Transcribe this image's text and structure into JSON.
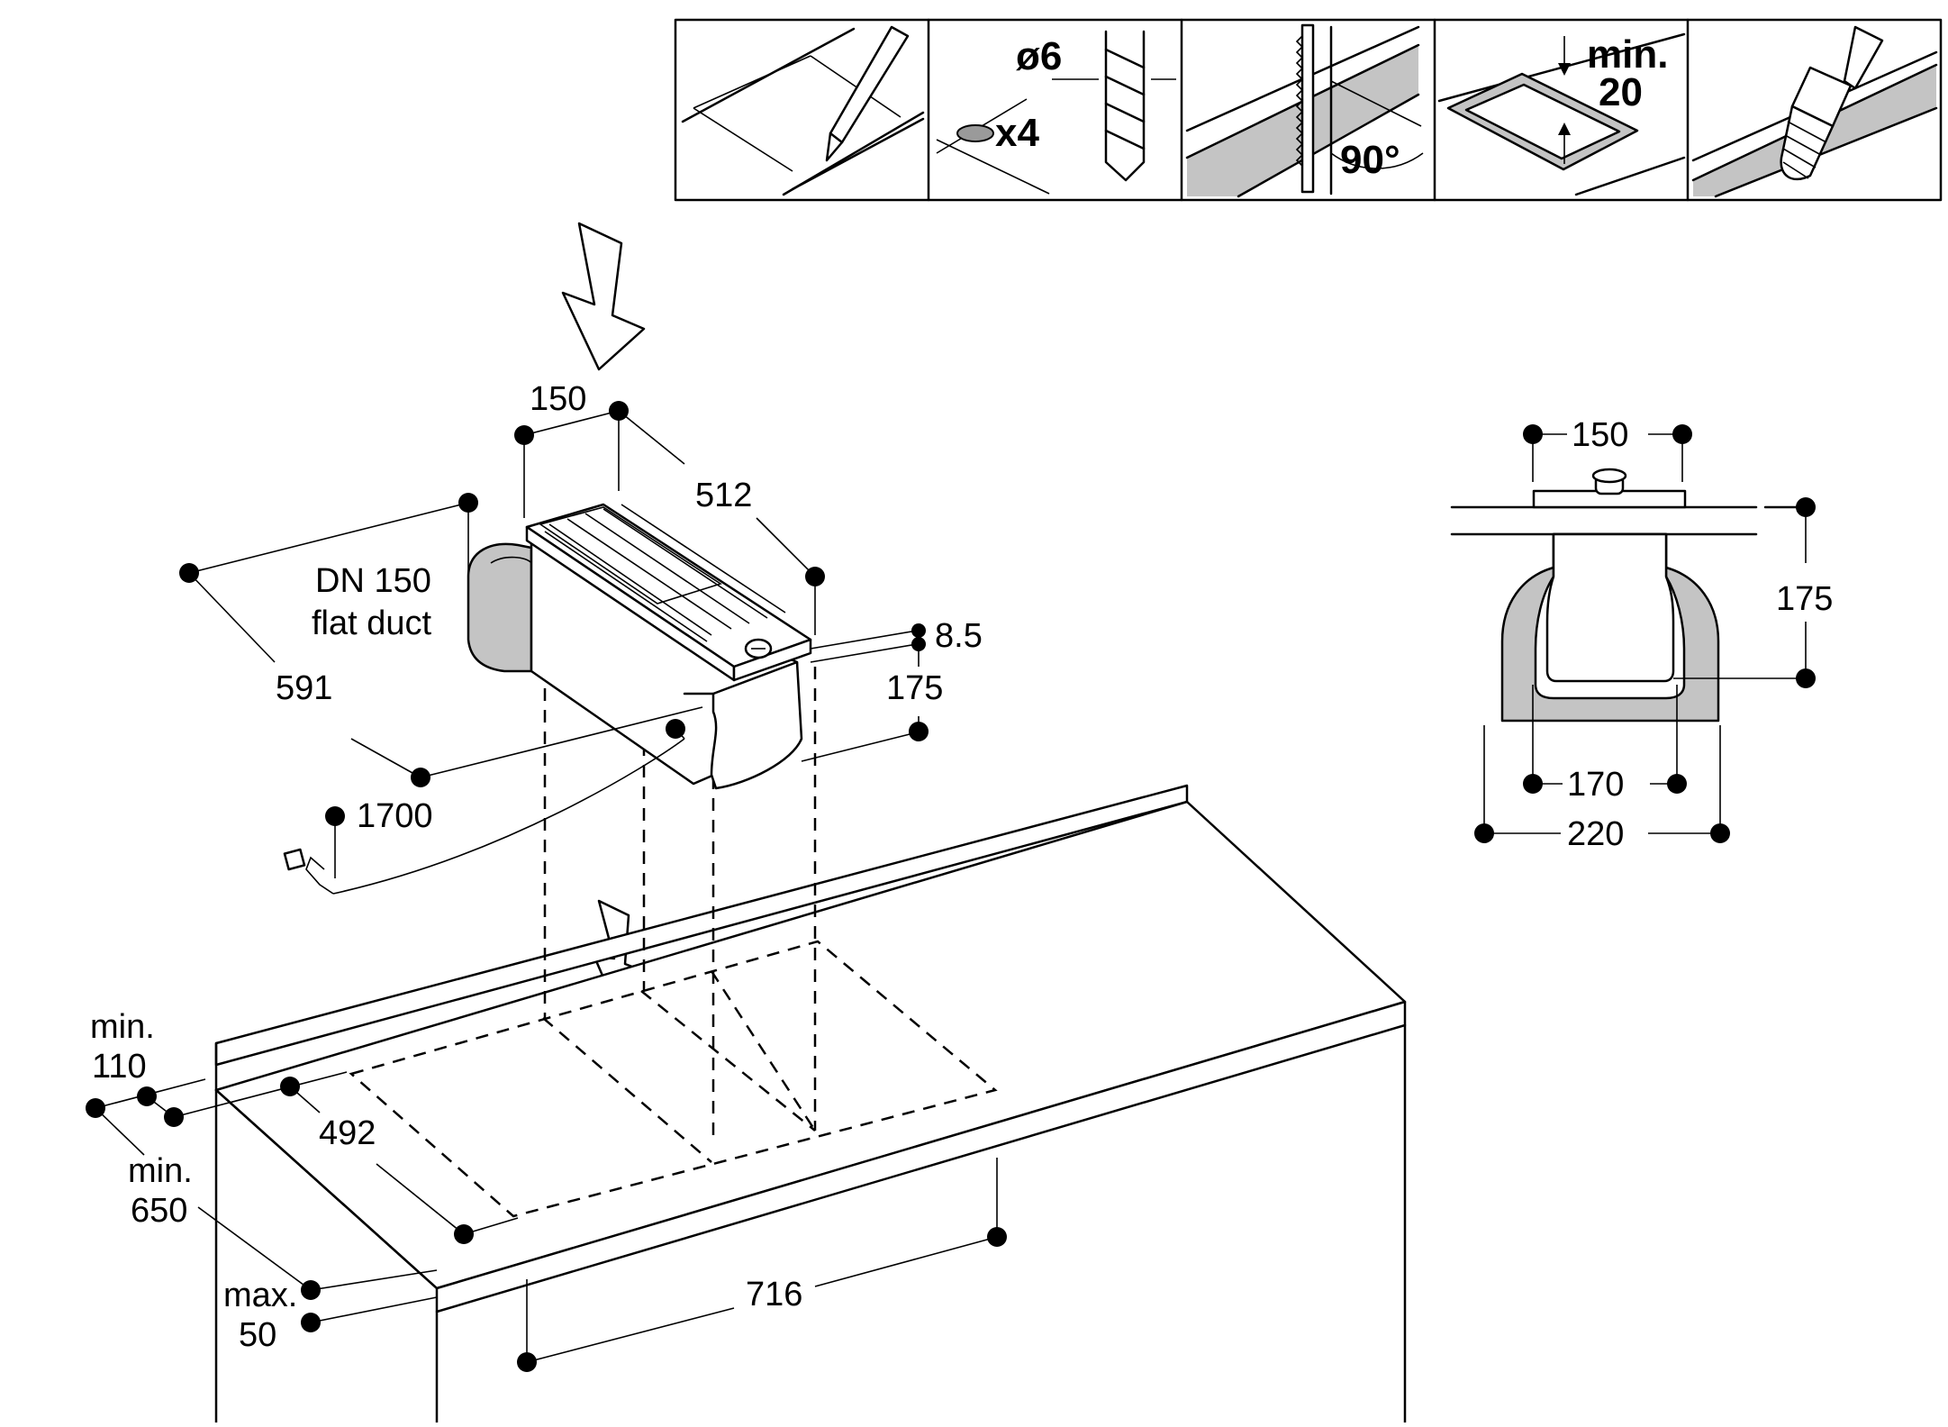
{
  "steps": [
    {
      "id": "mark",
      "icon": "pencil-marking-icon"
    },
    {
      "id": "drill",
      "icon": "drill-bit-icon",
      "diameter_label": "ø6",
      "count_label": "x4"
    },
    {
      "id": "saw",
      "icon": "jigsaw-cut-icon",
      "angle_label": "90°"
    },
    {
      "id": "clearance",
      "icon": "cutout-clearance-icon",
      "min_label": "min.",
      "min_value": "20"
    },
    {
      "id": "seal",
      "icon": "brush-sealing-icon"
    }
  ],
  "unit": {
    "width": "150",
    "depth": "512",
    "duct_length": "591",
    "duct_label_line1": "DN 150",
    "duct_label_line2": "flat duct",
    "offset": "8.5",
    "height": "175",
    "cable_length": "1700"
  },
  "worktop": {
    "min_label_1": "min.",
    "min_value_1": "110",
    "cutout_depth": "492",
    "min_label_2": "min.",
    "min_value_2": "650",
    "max_label": "max.",
    "max_value": "50",
    "cutout_width": "716"
  },
  "section": {
    "top_width": "150",
    "height": "175",
    "inner_width": "170",
    "outer_width": "220"
  },
  "colors": {
    "line": "#000000",
    "shade": "#c4c4c4"
  }
}
